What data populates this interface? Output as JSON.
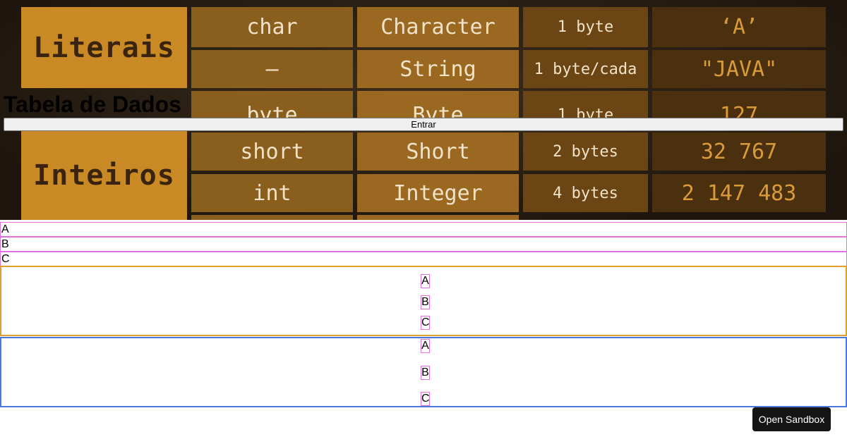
{
  "hero": {
    "groups": [
      "Literais",
      "Inteiros"
    ],
    "rows": [
      {
        "primitive": "char",
        "wrapper": "Character",
        "size": "1 byte",
        "value": "‘A’"
      },
      {
        "primitive": "–",
        "wrapper": "String",
        "size": "1 byte/cada",
        "value": "\"JAVA\""
      },
      {
        "primitive": "byte",
        "wrapper": "Byte",
        "size": "1 byte",
        "value": "127"
      },
      {
        "primitive": "short",
        "wrapper": "Short",
        "size": "2 bytes",
        "value": "32 767"
      },
      {
        "primitive": "int",
        "wrapper": "Integer",
        "size": "4 bytes",
        "value": "2 147 483"
      }
    ]
  },
  "title": "Tabela de Dados",
  "enter_label": "Entrar",
  "list": [
    "A",
    "B",
    "C"
  ],
  "box_orange": [
    "A",
    "B",
    "C"
  ],
  "box_blue": [
    "A",
    "B",
    "C"
  ],
  "sandbox_label": "Open Sandbox"
}
